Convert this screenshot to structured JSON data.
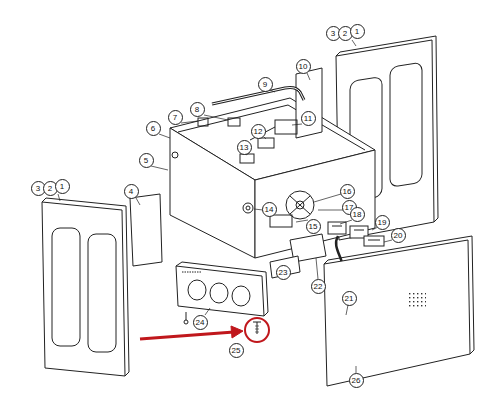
{
  "diagram": {
    "labels": [
      "3",
      "2",
      "1",
      "3",
      "2",
      "1",
      "4",
      "5",
      "6",
      "7",
      "8",
      "9",
      "10",
      "11",
      "12",
      "13",
      "14",
      "15",
      "16",
      "17",
      "18",
      "19",
      "20",
      "21",
      "22",
      "23",
      "24",
      "25",
      "26"
    ]
  }
}
